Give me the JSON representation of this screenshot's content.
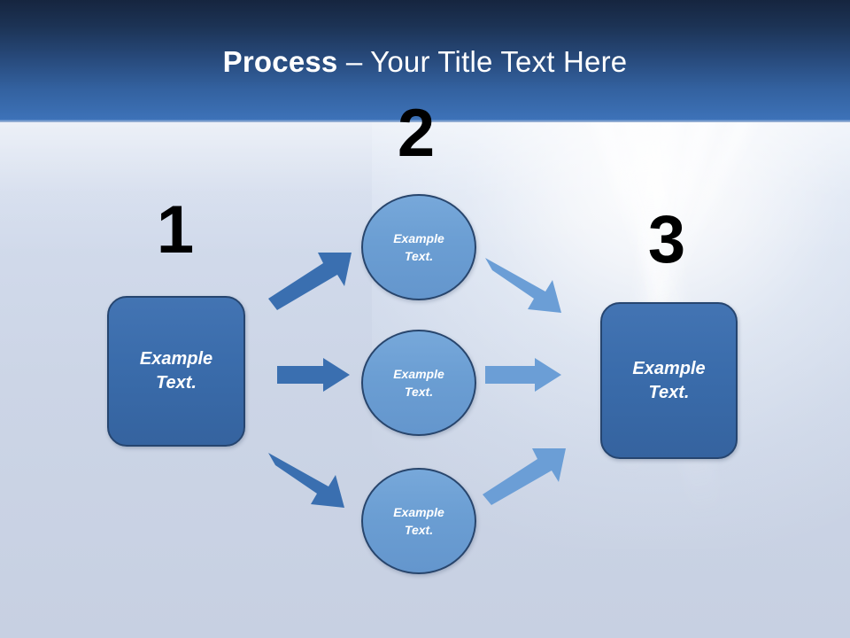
{
  "slide": {
    "title_bold": "Process",
    "title_rest": " – Your Title Text Here"
  },
  "colors": {
    "header_top": "#16253f",
    "header_bottom": "#3d72b8",
    "box_fill": "#3a6cab",
    "box_border": "#26456f",
    "circle_fill": "#6b9ed3",
    "circle_border": "#28456c",
    "arrow_dark": "#3a6fb0",
    "arrow_light": "#6b9ed6",
    "number_color": "#000000",
    "background": "#ccd5e6"
  },
  "steps": [
    {
      "number": "1",
      "label": "Example\nText."
    },
    {
      "number": "2",
      "label": ""
    },
    {
      "number": "3",
      "label": "Example\nText."
    }
  ],
  "nodes": {
    "start_box": {
      "line1": "Example",
      "line2": "Text."
    },
    "end_box": {
      "line1": "Example",
      "line2": "Text."
    },
    "circle_top": {
      "line1": "Example",
      "line2": "Text."
    },
    "circle_middle": {
      "line1": "Example",
      "line2": "Text."
    },
    "circle_bottom": {
      "line1": "Example",
      "line2": "Text."
    }
  },
  "numbers": {
    "one": "1",
    "two": "2",
    "three": "3"
  },
  "arrows": [
    {
      "name": "start-to-top-circle",
      "direction": "up-right",
      "tone": "dark"
    },
    {
      "name": "start-to-middle-circle",
      "direction": "right",
      "tone": "dark"
    },
    {
      "name": "start-to-bottom-circle",
      "direction": "down-right",
      "tone": "dark"
    },
    {
      "name": "top-circle-to-end",
      "direction": "down-right",
      "tone": "light"
    },
    {
      "name": "middle-circle-to-end",
      "direction": "right",
      "tone": "light"
    },
    {
      "name": "bottom-circle-to-end",
      "direction": "up-right",
      "tone": "light"
    }
  ]
}
